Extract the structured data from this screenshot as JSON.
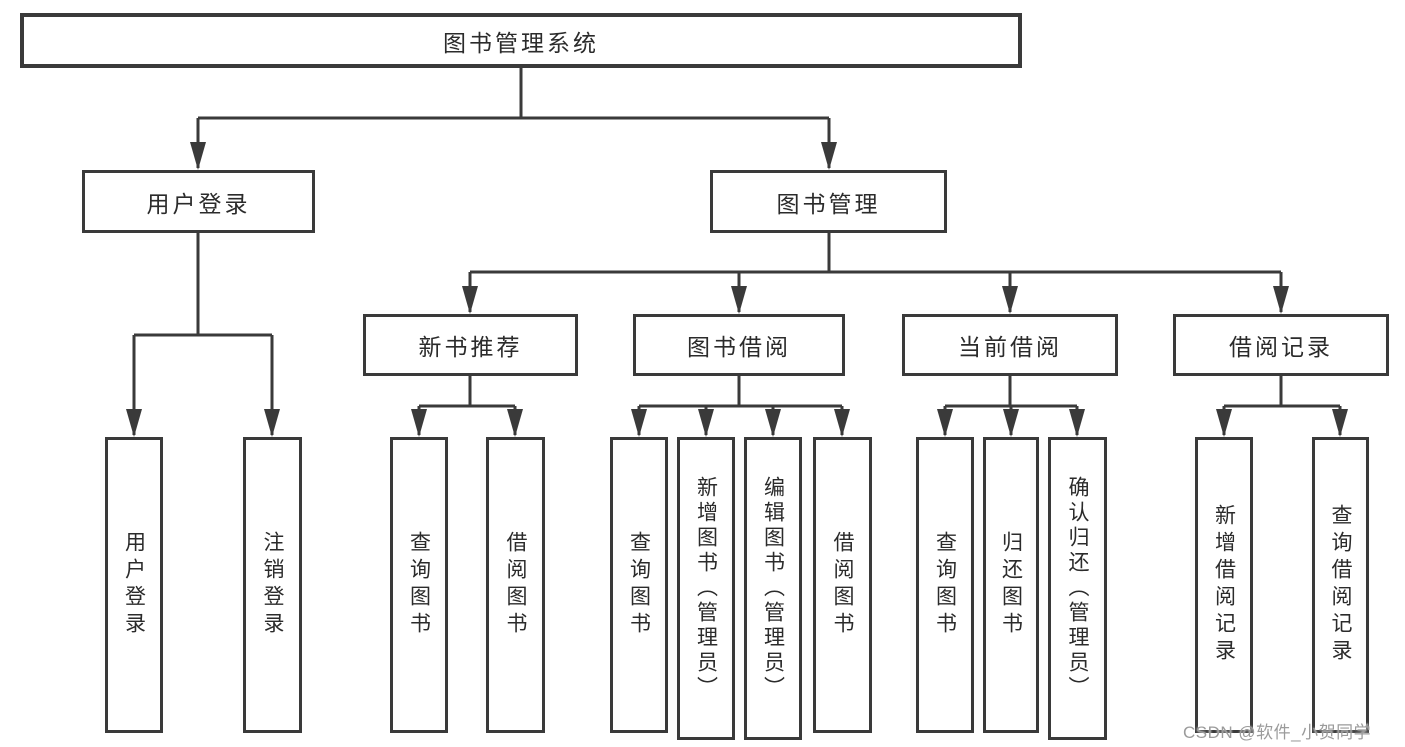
{
  "tree": {
    "root": "图书管理系统",
    "branches": [
      {
        "label": "用户登录",
        "children": [
          "用户登录",
          "注销登录"
        ]
      },
      {
        "label": "图书管理",
        "sections": [
          {
            "label": "新书推荐",
            "children": [
              "查询图书",
              "借阅图书"
            ]
          },
          {
            "label": "图书借阅",
            "children": [
              "查询图书",
              "新增图书（管理员）",
              "编辑图书（管理员）",
              "借阅图书"
            ]
          },
          {
            "label": "当前借阅",
            "children": [
              "查询图书",
              "归还图书",
              "确认归还（管理员）"
            ]
          },
          {
            "label": "借阅记录",
            "children": [
              "新增借阅记录",
              "查询借阅记录"
            ]
          }
        ]
      }
    ]
  },
  "watermark": {
    "text": "CSDN @软件_小贺同学"
  },
  "colors": {
    "line": "#3a3a3a",
    "text": "#2b2b2b",
    "background": "#ffffff",
    "watermark": "#9b9b9b"
  }
}
